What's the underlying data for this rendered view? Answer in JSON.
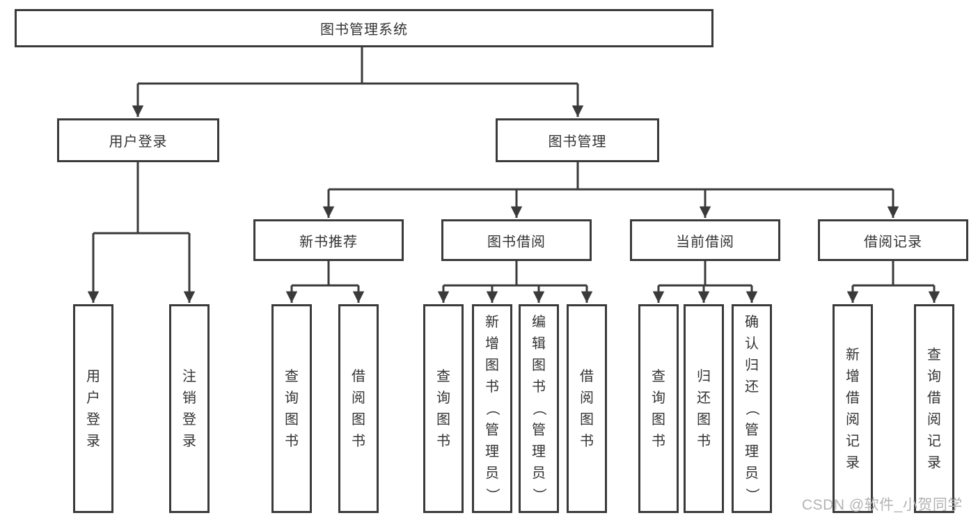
{
  "tree": {
    "root": {
      "label": "图书管理系统"
    },
    "user_login": {
      "label": "用户登录",
      "children": {
        "login": {
          "label": "用户登录"
        },
        "logout": {
          "label": "注销登录"
        }
      }
    },
    "book_mgmt": {
      "label": "图书管理",
      "children": {
        "new_book": {
          "label": "新书推荐",
          "children": {
            "query": {
              "label": "查询图书"
            },
            "borrow": {
              "label": "借阅图书"
            }
          }
        },
        "book_borrow": {
          "label": "图书借阅",
          "children": {
            "query": {
              "label": "查询图书"
            },
            "add": {
              "label": "新增图书（管理员）"
            },
            "edit": {
              "label": "编辑图书（管理员）"
            },
            "borrow": {
              "label": "借阅图书"
            }
          }
        },
        "current_borrow": {
          "label": "当前借阅",
          "children": {
            "query": {
              "label": "查询图书"
            },
            "return": {
              "label": "归还图书"
            },
            "confirm": {
              "label": "确认归还（管理员）"
            }
          }
        },
        "records": {
          "label": "借阅记录",
          "children": {
            "add": {
              "label": "新增借阅记录"
            },
            "query": {
              "label": "查询借阅记录"
            }
          }
        }
      }
    }
  },
  "watermark": {
    "text": "CSDN @软件_小贺同学"
  },
  "colors": {
    "line": "#3a3a3a",
    "text": "#333333",
    "watermark": "#b3b3b3",
    "bg": "#ffffff"
  }
}
